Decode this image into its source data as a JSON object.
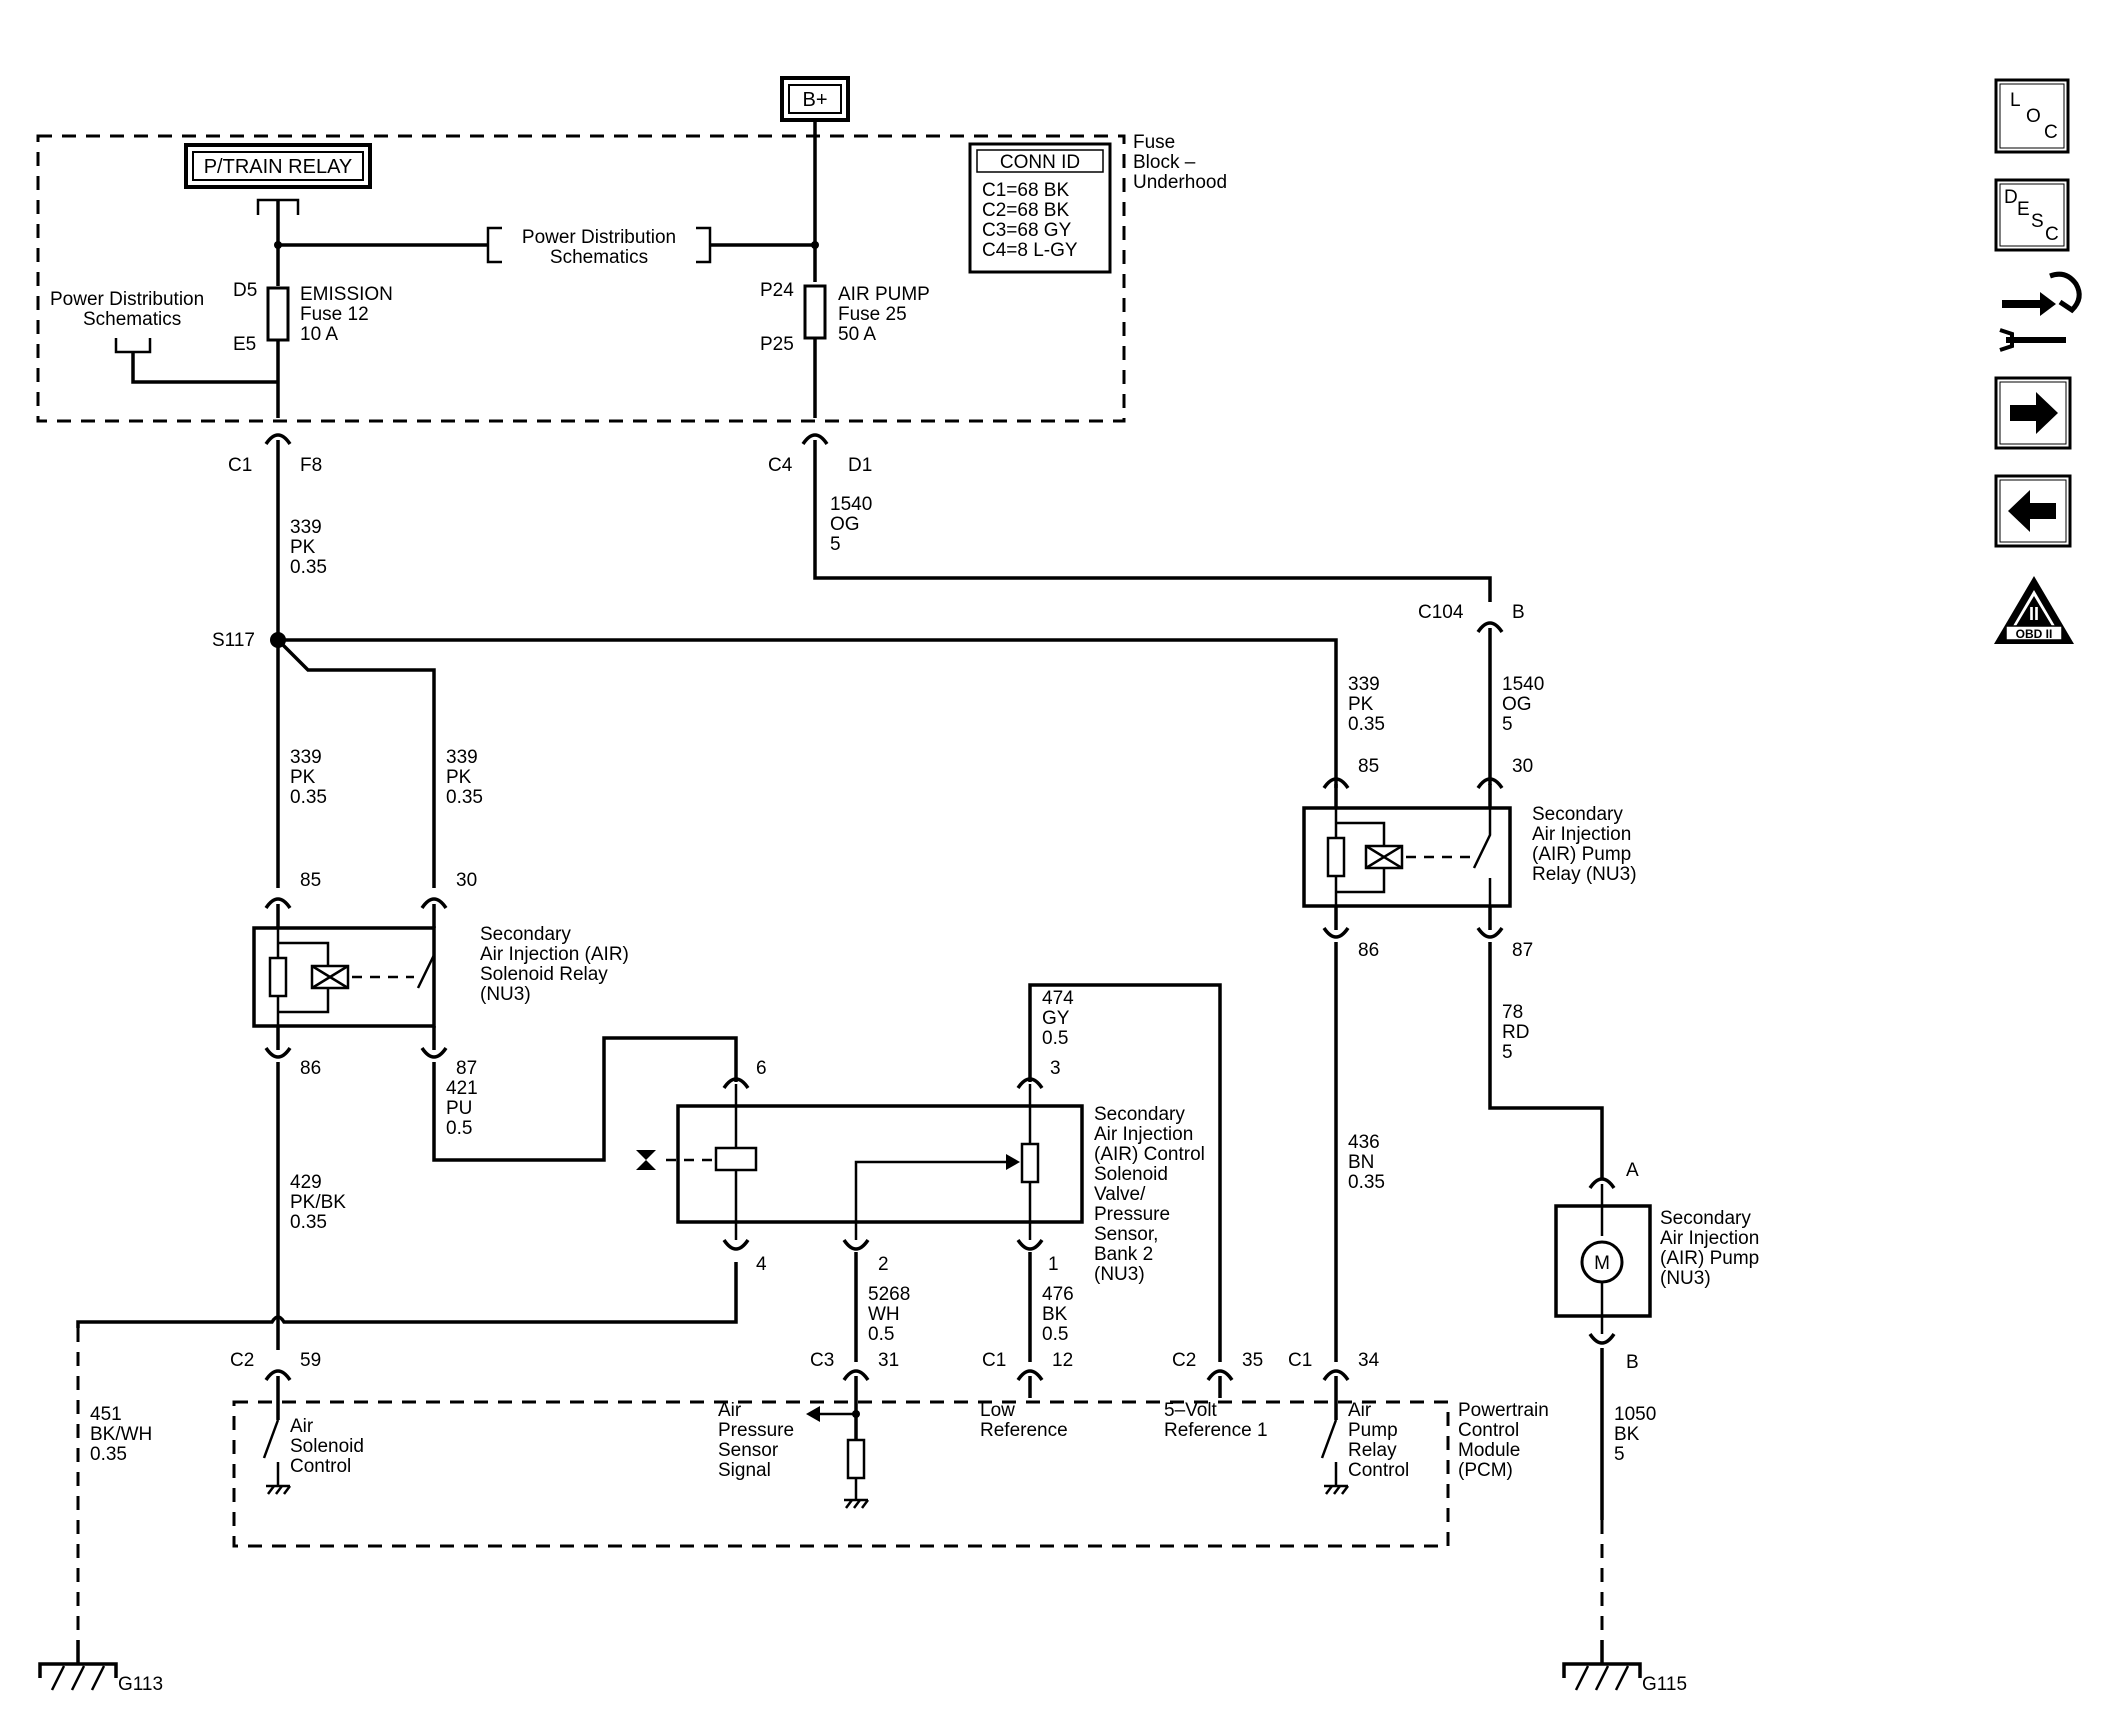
{
  "top": {
    "bplus": "B+",
    "ptrain_relay": "P/TRAIN RELAY",
    "fuse_block_line1": "Fuse",
    "fuse_block_line2": "Block –",
    "fuse_block_line3": "Underhood",
    "pds_center_line1": "Power Distribution",
    "pds_center_line2": "Schematics",
    "pds_left_line1": "Power Distribution",
    "pds_left_line2": "Schematics"
  },
  "conn_id": {
    "title": "CONN ID",
    "rows": [
      "C1=68 BK",
      "C2=68 BK",
      "C3=68 GY",
      "C4=8 L-GY"
    ]
  },
  "fuses": {
    "emission": {
      "pin_top": "D5",
      "pin_bottom": "E5",
      "name": "EMISSION",
      "fuse": "Fuse 12",
      "rating": "10 A"
    },
    "air_pump": {
      "pin_top": "P24",
      "pin_bottom": "P25",
      "name": "AIR PUMP",
      "fuse": "Fuse 25",
      "rating": "50 A"
    }
  },
  "connectors": {
    "c1_f8": {
      "conn": "C1",
      "pin": "F8"
    },
    "c4_d1": {
      "conn": "C4",
      "pin": "D1"
    },
    "c104_b": {
      "conn": "C104",
      "pin": "B"
    },
    "splice": "S117"
  },
  "wires": {
    "w339_a": [
      "339",
      "PK",
      "0.35"
    ],
    "w1540_a": [
      "1540",
      "OG",
      "5"
    ],
    "w339_b": [
      "339",
      "PK",
      "0.35"
    ],
    "w339_c": [
      "339",
      "PK",
      "0.35"
    ],
    "w339_d": [
      "339",
      "PK",
      "0.35"
    ],
    "w1540_b": [
      "1540",
      "OG",
      "5"
    ],
    "w421": [
      "421",
      "PU",
      "0.5"
    ],
    "w429": [
      "429",
      "PK/BK",
      "0.35"
    ],
    "w474": [
      "474",
      "GY",
      "0.5"
    ],
    "w436": [
      "436",
      "BN",
      "0.35"
    ],
    "w78": [
      "78",
      "RD",
      "5"
    ],
    "w5268": [
      "5268",
      "WH",
      "0.5"
    ],
    "w476": [
      "476",
      "BK",
      "0.5"
    ],
    "w451": [
      "451",
      "BK/WH",
      "0.35"
    ],
    "w1050": [
      "1050",
      "BK",
      "5"
    ]
  },
  "solenoid_relay": {
    "pins": {
      "p85": "85",
      "p30": "30",
      "p86": "86",
      "p87": "87"
    },
    "label": [
      "Secondary",
      "Air Injection (AIR)",
      "Solenoid Relay",
      "(NU3)"
    ]
  },
  "pump_relay": {
    "pins": {
      "p85": "85",
      "p30": "30",
      "p86": "86",
      "p87": "87"
    },
    "label": [
      "Secondary",
      "Air Injection",
      "(AIR) Pump",
      "Relay (NU3)"
    ]
  },
  "valve": {
    "pins": {
      "p6": "6",
      "p3": "3",
      "p4": "4",
      "p2": "2",
      "p1": "1"
    },
    "label": [
      "Secondary",
      "Air Injection",
      "(AIR) Control",
      "Solenoid",
      "Valve/",
      "Pressure",
      "Sensor,",
      "Bank 2",
      "(NU3)"
    ]
  },
  "pump": {
    "pin_top": "A",
    "pin_bottom": "B",
    "motor": "M",
    "label": [
      "Secondary",
      "Air Injection",
      "(AIR) Pump",
      "(NU3)"
    ]
  },
  "pcm": {
    "conn_c2_59": {
      "conn": "C2",
      "pin": "59"
    },
    "conn_c3_31": {
      "conn": "C3",
      "pin": "31"
    },
    "conn_c1_12": {
      "conn": "C1",
      "pin": "12"
    },
    "conn_c2_35": {
      "conn": "C2",
      "pin": "35"
    },
    "conn_c1_34": {
      "conn": "C1",
      "pin": "34"
    },
    "air_solenoid": [
      "Air",
      "Solenoid",
      "Control"
    ],
    "air_pressure": [
      "Air",
      "Pressure",
      "Sensor",
      "Signal"
    ],
    "low_ref": [
      "Low",
      "Reference"
    ],
    "five_volt": [
      "5–Volt",
      "Reference 1"
    ],
    "air_pump_relay": [
      "Air",
      "Pump",
      "Relay",
      "Control"
    ],
    "label": [
      "Powertrain",
      "Control",
      "Module",
      "(PCM)"
    ]
  },
  "grounds": {
    "g113": "G113",
    "g115": "G115"
  },
  "side_icons": {
    "loc": [
      "L",
      "O",
      "C"
    ],
    "desc": [
      "D",
      "E",
      "S",
      "C"
    ],
    "obd": "OBD II",
    "obd_numeral": "II"
  }
}
